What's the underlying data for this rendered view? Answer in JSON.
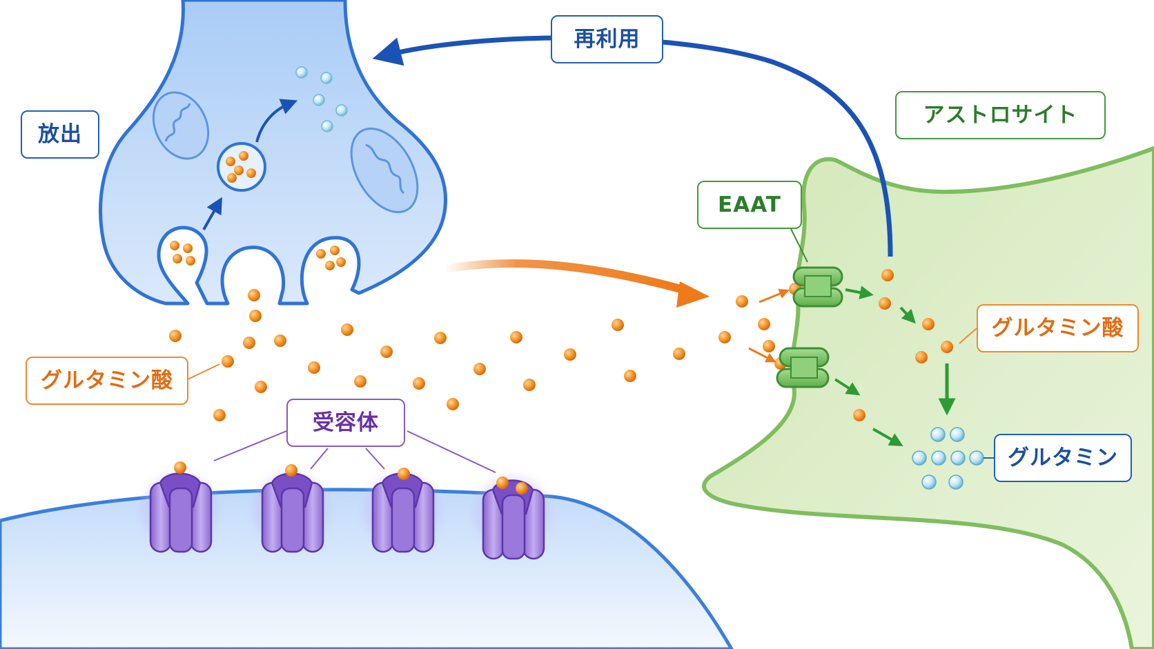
{
  "labels": {
    "release": "放出",
    "reuse": "再利用",
    "astrocyte": "アストロサイト",
    "eaat": "EAAT",
    "glutamate_left": "グルタミン酸",
    "glutamate_right": "グルタミン酸",
    "receptor": "受容体",
    "glutamine": "グルタミン"
  },
  "colors": {
    "presynaptic": "#cfe2fb",
    "presynaptic_outline": "#2f73d6",
    "postsynaptic": "#d7e7fc",
    "astrocyte": "#dcedc8",
    "astrocyte_outline": "#7fbd5e",
    "glutamate": "#f08a1e",
    "glutamine": "#a8dcef",
    "receptor": "#a98ae0",
    "transporter": "#7cc46a",
    "reuse_arrow": "#1a53b5",
    "flow_arrow": "#ee7a1a"
  }
}
